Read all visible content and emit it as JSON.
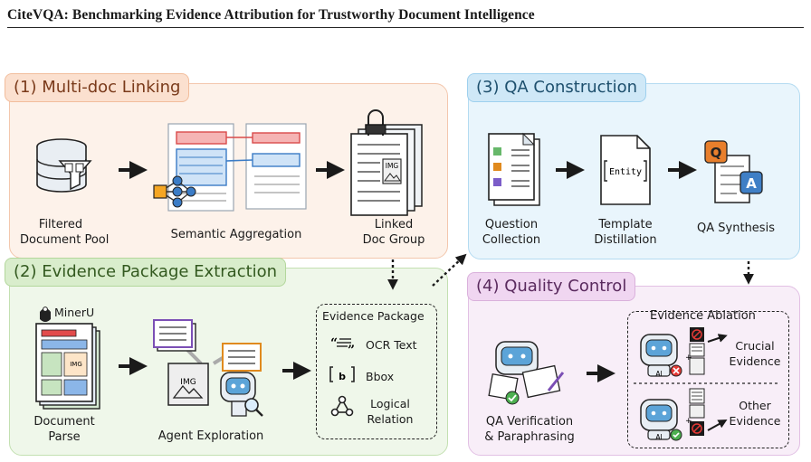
{
  "header": {
    "title": "CiteVQA: Benchmarking Evidence Attribution for Trustworthy Document Intelligence"
  },
  "stage1": {
    "title": "(1) Multi-doc Linking",
    "steps": {
      "pool": [
        "Filtered",
        "Document Pool"
      ],
      "aggregation": "Semantic Aggregation",
      "linked": [
        "Linked",
        "Doc Group"
      ]
    },
    "img_label": "IMG"
  },
  "stage2": {
    "title": "(2) Evidence Package Extraction",
    "mineru": "MinerU",
    "steps": {
      "parse": [
        "Document",
        "Parse"
      ],
      "agent": "Agent Exploration"
    },
    "img_label": "IMG",
    "package": {
      "title": "Evidence Package",
      "items": {
        "ocr": "OCR Text",
        "bbox": "Bbox",
        "logical": [
          "Logical",
          "Relation"
        ]
      }
    }
  },
  "stage3": {
    "title": "(3) QA Construction",
    "steps": {
      "question": [
        "Question",
        "Collection"
      ],
      "template": [
        "Template",
        "Distillation"
      ],
      "synthesis": "QA Synthesis"
    },
    "entity_label": "Entity",
    "q_letter": "Q",
    "a_letter": "A"
  },
  "stage4": {
    "title": "(4) Quality Control",
    "verify": [
      "QA Verification",
      "& Paraphrasing"
    ],
    "ablation": {
      "title": "Evidence Ablation",
      "crucial": [
        "Crucial",
        "Evidence"
      ],
      "other": [
        "Other",
        "Evidence"
      ]
    },
    "ai_label": "AI"
  }
}
